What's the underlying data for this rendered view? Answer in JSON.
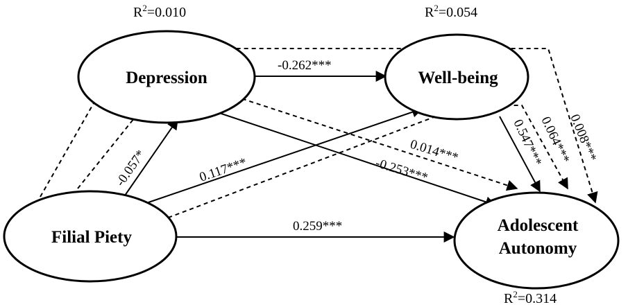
{
  "nodes": {
    "depression": {
      "label": "Depression",
      "r2": "0.010"
    },
    "wellbeing": {
      "label": "Well-being",
      "r2": "0.054"
    },
    "filial": {
      "label": "Filial Piety"
    },
    "autonomy": {
      "label_line1": "Adolescent",
      "label_line2": "Autonomy",
      "r2": "0.314"
    }
  },
  "r2_prefix": "R",
  "r2_sup": "2",
  "paths": {
    "dep_to_wb": "-0.262***",
    "fp_to_dep": "-0.057*",
    "fp_to_wb": "0.117***",
    "dep_to_auto": "-0.253***",
    "fp_to_auto": "0.259***",
    "wb_to_auto": "0.547***",
    "indirect_dep": "0.014***",
    "indirect_wb": "0.064***",
    "indirect_total": "0.008***"
  }
}
